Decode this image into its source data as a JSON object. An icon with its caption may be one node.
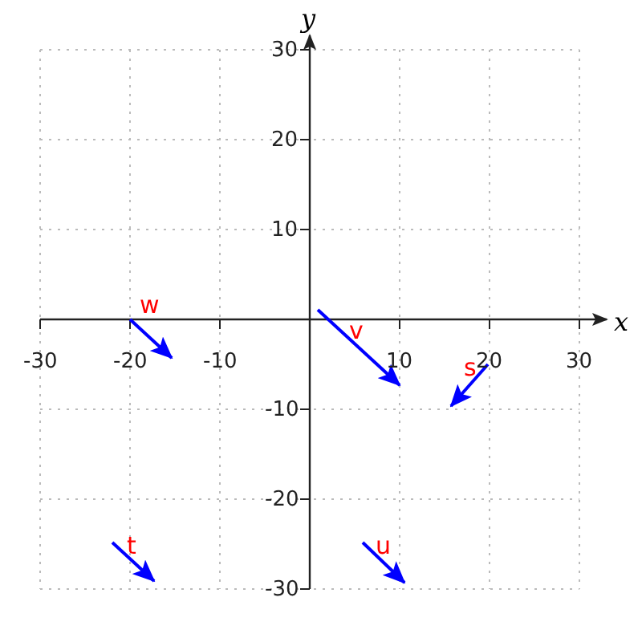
{
  "diagram": {
    "labels": [
      "y",
      "30",
      "20",
      "10",
      "w",
      "v",
      "x",
      "-30",
      "-20",
      "-10",
      "10",
      "20",
      "30",
      "s",
      "-10",
      "-20",
      "t",
      "u",
      "-30"
    ]
  }
}
